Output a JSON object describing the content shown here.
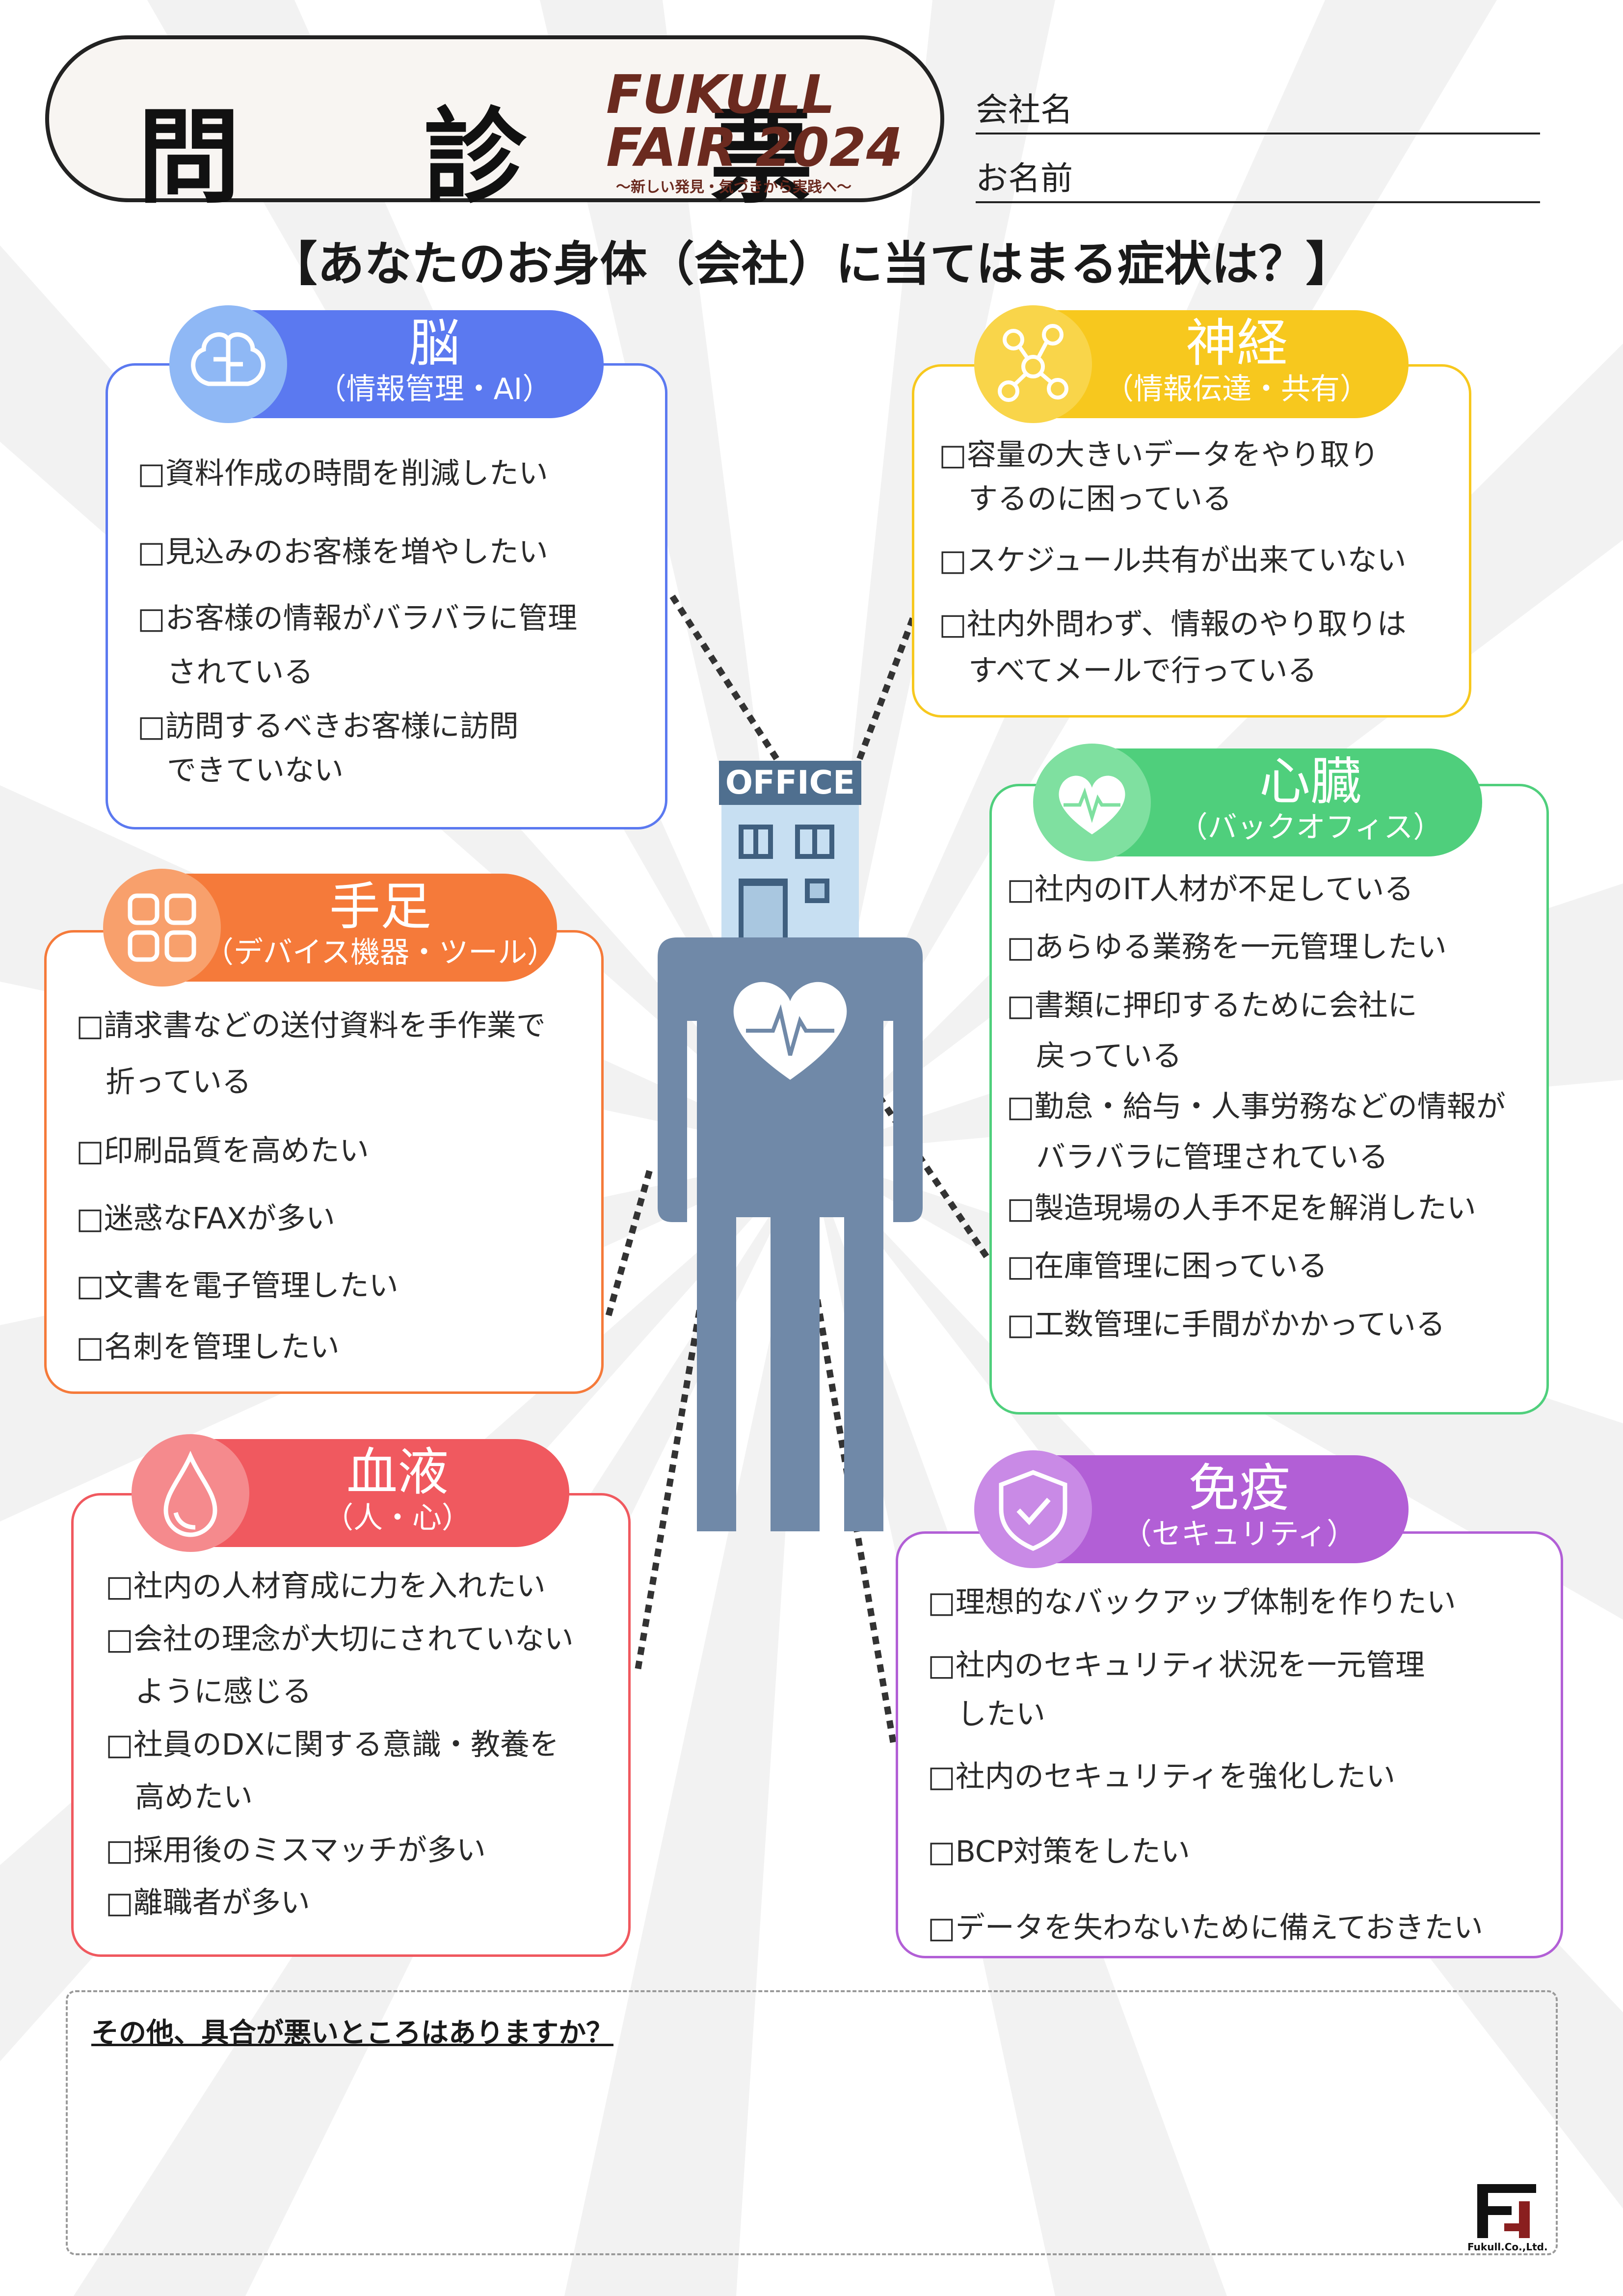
{
  "header": {
    "title": "問 診 票",
    "fair_line1": "FUKULL",
    "fair_line2": "FAIR 2024",
    "fair_tagline": "〜新しい発見・気づきから実践へ〜",
    "company_label": "会社名",
    "name_label": "お名前"
  },
  "headline": "【あなたのお身体（会社）に当てはまる症状は？】",
  "center_sign": "OFFICE",
  "colors": {
    "brain": "#5b79f0",
    "nerve": "#f7c81e",
    "heart": "#4fcf7c",
    "limbs": "#f57a3a",
    "blood": "#f0595f",
    "immune": "#b25fd6",
    "figure": "#7089a8"
  },
  "sections": {
    "brain": {
      "title": "脳",
      "subtitle": "（情報管理・AI）",
      "icon": "brain-icon",
      "items": [
        "□資料作成の時間を削減したい",
        "□見込みのお客様を増やしたい",
        "□お客様の情報がバラバラに管理",
        "　されている",
        "□訪問するべきお客様に訪問",
        "　できていない"
      ]
    },
    "nerve": {
      "title": "神経",
      "subtitle": "（情報伝達・共有）",
      "icon": "network-icon",
      "items": [
        "□容量の大きいデータをやり取り",
        "　するのに困っている",
        "□スケジュール共有が出来ていない",
        "□社内外問わず、情報のやり取りは",
        "　すべてメールで行っている"
      ]
    },
    "heart": {
      "title": "心臓",
      "subtitle": "（バックオフィス）",
      "icon": "heart-icon",
      "items": [
        "□社内のIT人材が不足している",
        "□あらゆる業務を一元管理したい",
        "□書類に押印するために会社に",
        "　戻っている",
        "□勤怠・給与・人事労務などの情報が",
        "　バラバラに管理されている",
        "□製造現場の人手不足を解消したい",
        "□在庫管理に困っている",
        "□工数管理に手間がかかっている"
      ]
    },
    "limbs": {
      "title": "手足",
      "subtitle": "（デバイス機器・ツール）",
      "icon": "hands-icon",
      "items": [
        "□請求書などの送付資料を手作業で",
        "　折っている",
        "□印刷品質を高めたい",
        "□迷惑なFAXが多い",
        "□文書を電子管理したい",
        "□名刺を管理したい"
      ]
    },
    "blood": {
      "title": "血液",
      "subtitle": "（人・心）",
      "icon": "drop-icon",
      "items": [
        "□社内の人材育成に力を入れたい",
        "□会社の理念が大切にされていない",
        "　ように感じる",
        "□社員のDXに関する意識・教養を",
        "　高めたい",
        "□採用後のミスマッチが多い",
        "□離職者が多い"
      ]
    },
    "immune": {
      "title": "免疫",
      "subtitle": "（セキュリティ）",
      "icon": "shield-icon",
      "items": [
        "□理想的なバックアップ体制を作りたい",
        "□社内のセキュリティ状況を一元管理",
        "　したい",
        "□社内のセキュリティを強化したい",
        "□BCP対策をしたい",
        "□データを失わないために備えておきたい"
      ]
    }
  },
  "memo": {
    "question": "その他、具合が悪いところはありますか？"
  },
  "logo": {
    "text": "Fukull.Co.,Ltd."
  }
}
